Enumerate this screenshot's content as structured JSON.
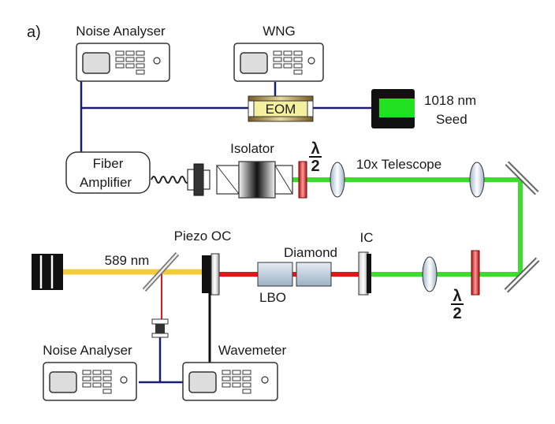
{
  "panel_label": "a)",
  "instruments": {
    "noise_analyser_top": "Noise Analyser",
    "wng": "WNG",
    "noise_analyser_bottom": "Noise Analyser",
    "wavemeter": "Wavemeter"
  },
  "components": {
    "eom": "EOM",
    "seed_wavelength": "1018 nm",
    "seed": "Seed",
    "fiber_amplifier_line1": "Fiber",
    "fiber_amplifier_line2": "Amplifier",
    "isolator": "Isolator",
    "telescope": "10x Telescope",
    "waveplate_numerator": "λ",
    "waveplate_denominator": "2",
    "output_wavelength": "589 nm",
    "piezo_oc": "Piezo OC",
    "diamond": "Diamond",
    "lbo": "LBO",
    "ic": "IC"
  },
  "colors": {
    "green_beam": "#3ddc2f",
    "red_beam": "#e01818",
    "yellow_beam": "#f2cc3a",
    "cable": "#1c1c6e",
    "seed_green": "#22e022",
    "eom_fill": "#f5f0a0"
  }
}
